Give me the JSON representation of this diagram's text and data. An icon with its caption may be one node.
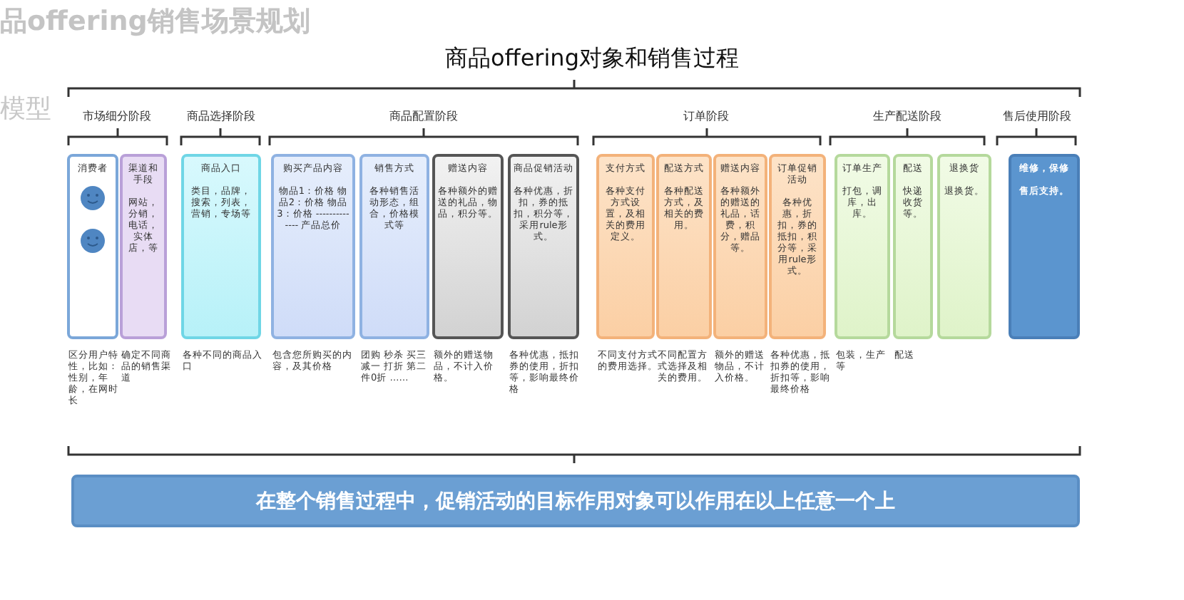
{
  "diagram": {
    "title": "商品offering对象和销售过程",
    "nodes": [
      {
        "text": [
          "消费者"
        ],
        "beside": [
          "区分用户特性，比如：性别，年龄，在网时长"
        ]
      },
      {
        "text": [
          "渠道和手段",
          "网站，分销，电话，实体店，等"
        ],
        "beside": [
          "确定不同商品的销售渠道"
        ]
      },
      {
        "text": [
          "商品入口",
          "类目，品牌，搜索，列表，营销，专场等"
        ],
        "beside": [
          "各种不同的商品入口"
        ]
      },
      {
        "text": [
          "购买产品内容",
          "物品1：价格 物品2：价格 物品3：价格 -------------- 产品总价"
        ],
        "beside": [
          "包含您所购买的内容，及其价格"
        ]
      },
      {
        "text": [
          "销售方式",
          "各种销售活动形态，组合，价格模式等"
        ],
        "beside": [
          "团购 秒杀 买三减一 打折 第二件0折 ……"
        ]
      },
      {
        "text": [
          "赠送内容",
          "各种额外的赠送的礼品，物品，积分等。"
        ],
        "beside": [
          "额外的赠送物品，不计入价格。"
        ]
      },
      {
        "text": [
          "商品促销活动",
          "各种优惠，折扣，券的抵扣，积分等，采用rule形式。"
        ],
        "beside": [
          "各种优惠，抵扣券的使用，折扣等，影响最终价格"
        ]
      },
      {
        "text": [
          "支付方式",
          "各种支付方式设置，及相关的费用定义。"
        ],
        "beside": [
          "不同支付方式的费用选择。"
        ]
      },
      {
        "text": [
          "配送方式",
          "各种配送方式，及相关的费用。"
        ],
        "beside": [
          "不同配置方式选择及相关的费用。"
        ]
      },
      {
        "text": [
          "赠送内容",
          "各种额外的赠送的礼品，话费，积分，赠品等。"
        ],
        "beside": [
          "额外的赠送物品，不计入价格。"
        ]
      },
      {
        "text": [
          "订单促销活动",
          "各种优惠，折扣，券的抵扣，积分等，采用rule形式。"
        ],
        "beside": [
          "各种优惠，抵扣券的使用，折扣等，影响最终价格"
        ]
      },
      {
        "text": [
          "订单生产",
          "打包，调库，出库。"
        ],
        "beside": [
          "包装，生产等"
        ]
      },
      {
        "text": [
          "配送",
          "快递收货等。"
        ],
        "beside": [
          "配送"
        ]
      },
      {
        "text": [
          "退换货",
          "退换货。"
        ]
      },
      {
        "text": [
          "维修，保修",
          "售后支持。"
        ]
      },
      {
        "text": [
          "在整个销售过程中，促销活动的目标作用对象可以作用在以上任意一个上"
        ]
      }
    ],
    "labels": [
      "品offering销售场景规划",
      "模型",
      "市场细分阶段",
      "商品选择阶段",
      "商品配置阶段",
      "订单阶段",
      "生产配送阶段",
      "售后使用阶段"
    ]
  }
}
